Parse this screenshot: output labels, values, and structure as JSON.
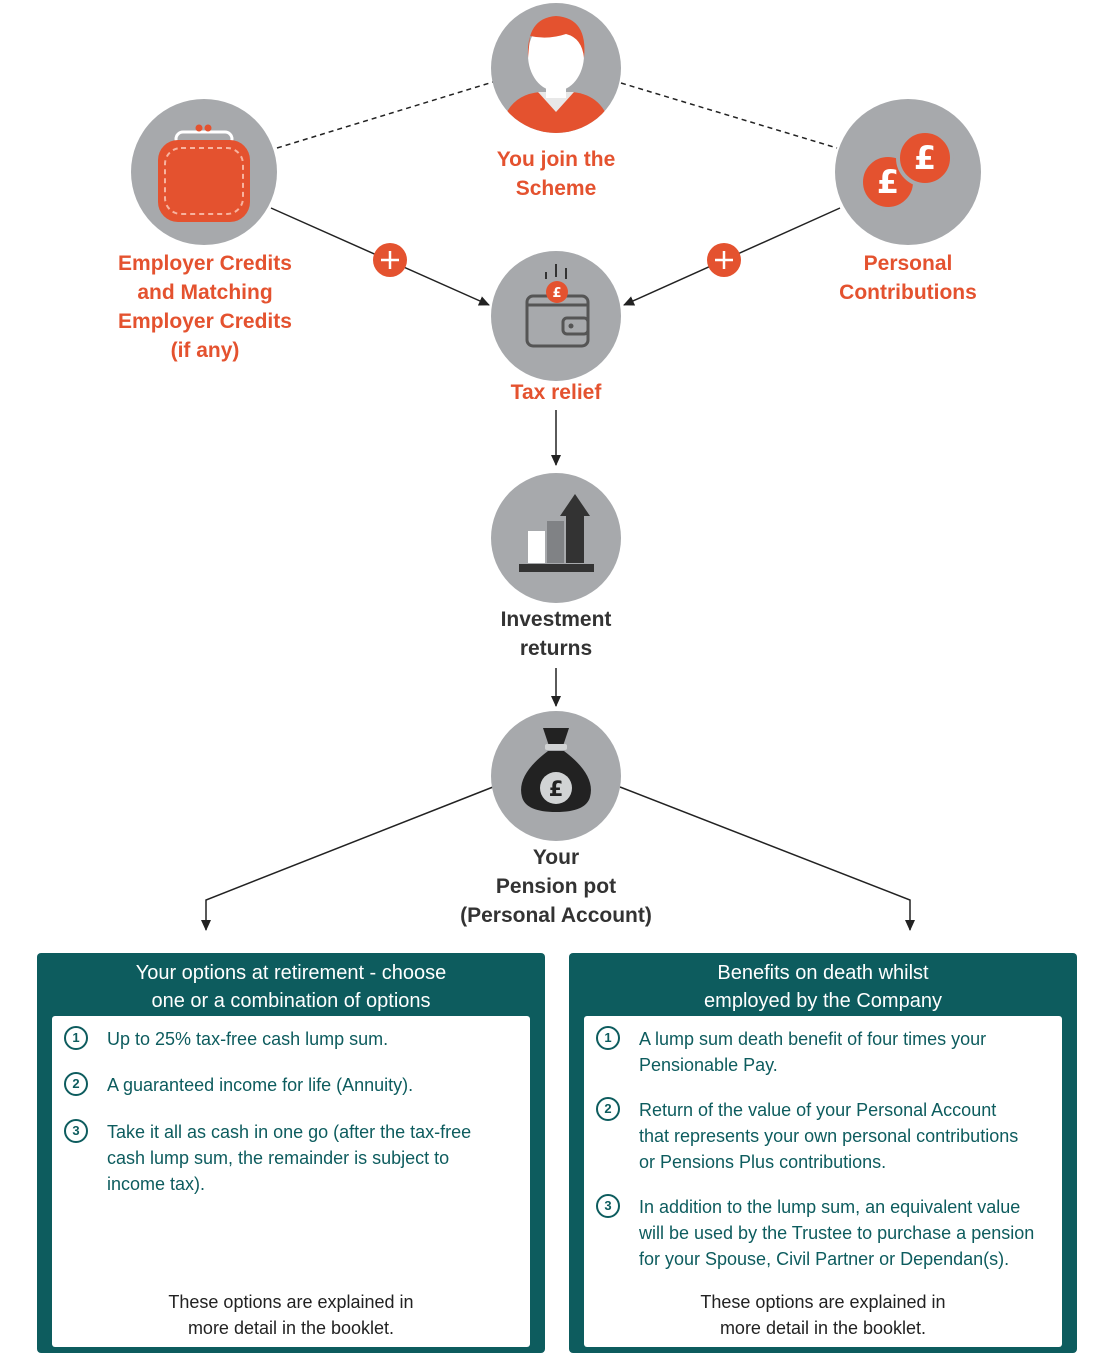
{
  "nodes": {
    "join": {
      "label": [
        "You join the",
        "Scheme"
      ]
    },
    "employer": {
      "label": [
        "Employer Credits",
        "and Matching",
        "Employer Credits",
        "(if any)"
      ]
    },
    "personal": {
      "label": [
        "Personal",
        "Contributions"
      ]
    },
    "tax": {
      "label": [
        "Tax relief"
      ]
    },
    "investment": {
      "label": [
        "Investment",
        "returns"
      ]
    },
    "pot": {
      "label": [
        "Your",
        "Pension pot",
        "(Personal Account)"
      ]
    }
  },
  "icons": {
    "join": "person-icon",
    "employer": "purse-icon",
    "personal": "pound-coins-icon",
    "tax": "wallet-icon",
    "investment": "growth-chart-icon",
    "pot": "money-bag-icon",
    "plus": "plus-icon"
  },
  "colors": {
    "accent": "#e4522f",
    "teal": "#0d5c5e",
    "circle": "#a7a9ac",
    "dark": "#333333"
  },
  "cards": {
    "retirement": {
      "title": [
        "Your options at retirement - choose",
        "one or a combination of options"
      ],
      "items": [
        {
          "num": "1",
          "text": [
            "Up to 25% tax-free cash lump sum."
          ]
        },
        {
          "num": "2",
          "text": [
            "A guaranteed income for life (Annuity)."
          ]
        },
        {
          "num": "3",
          "text": [
            "Take it all as cash in one go (after the tax-free",
            "cash lump sum, the remainder is subject to",
            "income tax)."
          ]
        }
      ],
      "footer": [
        "These options are explained in",
        "more detail in the booklet."
      ]
    },
    "death": {
      "title": [
        "Benefits on death whilst",
        "employed by the Company"
      ],
      "items": [
        {
          "num": "1",
          "text": [
            "A lump sum death benefit of four times your",
            "Pensionable Pay."
          ]
        },
        {
          "num": "2",
          "text": [
            "Return of the value of your Personal Account",
            "that represents your own personal contributions",
            "or Pensions Plus contributions."
          ]
        },
        {
          "num": "3",
          "text": [
            "In addition to the lump sum, an equivalent value",
            "will be used by the Trustee to purchase a pension",
            "for your Spouse, Civil Partner or Dependan(s)."
          ]
        }
      ],
      "footer": [
        "These options are explained in",
        "more detail in the booklet."
      ]
    }
  }
}
